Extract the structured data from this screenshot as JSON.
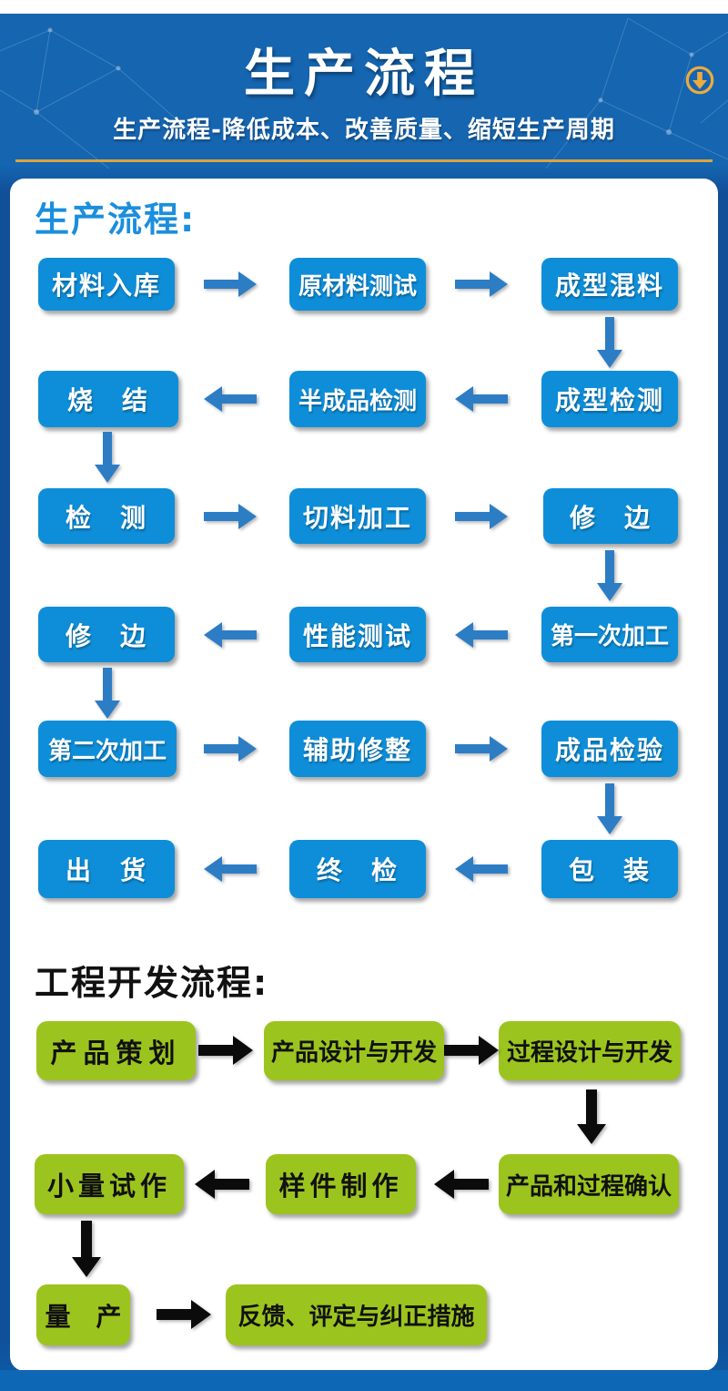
{
  "header": {
    "title": "生产流程",
    "subtitle": "生产流程-降低成本、改善质量、缩短生产周期"
  },
  "colors": {
    "header_blue": "#1565b0",
    "deep_blue": "#104f9a",
    "bottom_strip_blue": "#0e67b4",
    "flow_box_blue": "#0e8ed9",
    "flow_arrow_blue": "#2d7dc5",
    "heading_blue": "#1b8edd",
    "flow_box_green": "#9cc41e",
    "gold_accent": "#dda33e",
    "black_arrow": "#0b0b0b"
  },
  "production_flow": {
    "heading": "生产流程:",
    "rows": [
      {
        "cells": [
          "材料入库",
          "原材料测试",
          "成型混料"
        ]
      },
      {
        "cells": [
          "烧　结",
          "半成品检测",
          "成型检测"
        ]
      },
      {
        "cells": [
          "检　测",
          "切料加工",
          "修　边"
        ]
      },
      {
        "cells": [
          "修　边",
          "性能测试",
          "第一次加工"
        ]
      },
      {
        "cells": [
          "第二次加工",
          "辅助修整",
          "成品检验"
        ]
      },
      {
        "cells": [
          "出　货",
          "终　检",
          "包　装"
        ]
      }
    ]
  },
  "engineering_flow": {
    "heading": "工程开发流程:",
    "rows": [
      {
        "cells": [
          "产品策划",
          "产品设计与开发",
          "过程设计与开发"
        ]
      },
      {
        "cells": [
          "小量试作",
          "样件制作",
          "产品和过程确认"
        ]
      },
      {
        "cells": [
          "量　产",
          "反馈、评定与纠正措施"
        ]
      }
    ]
  }
}
